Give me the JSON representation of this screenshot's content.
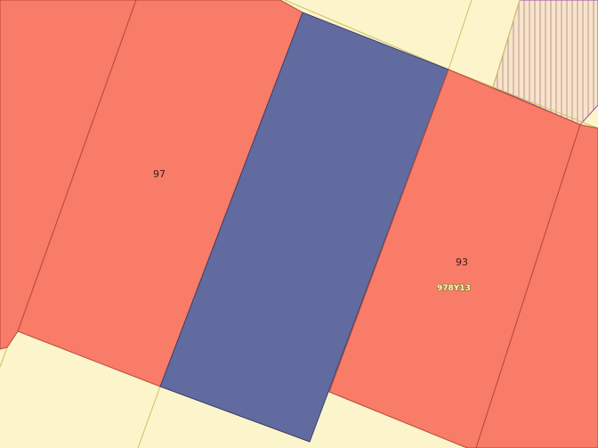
{
  "map": {
    "colors": {
      "background": "#fcf5cc",
      "parcel_fill": "#f97c68",
      "selected_parcel_fill": "#616ba0",
      "parcel_border": "#b54a3d",
      "road_line": "#d2c36a",
      "hatch_fill": "#f5e6c6",
      "hatch_line": "#cf9bab",
      "hatch_border": "#9a4fa0",
      "frame_border": "#ffffff"
    },
    "parcels": [
      {
        "label": "97",
        "ref": ""
      },
      {
        "label": "93",
        "ref": "978Y13"
      }
    ],
    "hatched_area": {
      "pattern": "vertical-lines"
    },
    "selected_parcel": {
      "state": "highlighted"
    }
  }
}
